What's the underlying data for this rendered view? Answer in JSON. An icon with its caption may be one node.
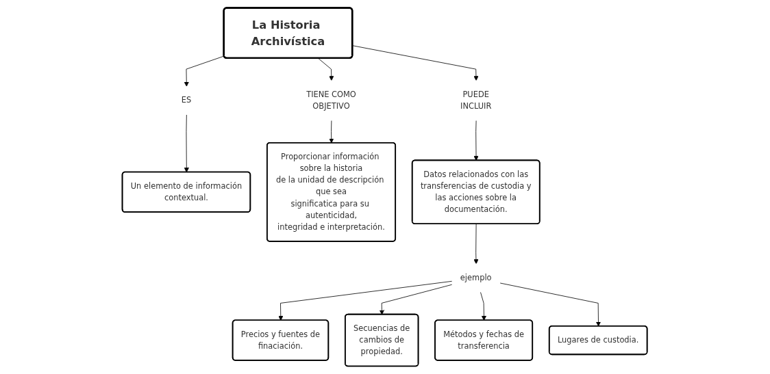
{
  "diagram": {
    "nodes": [
      {
        "text": [
          "La Historia Archivística"
        ]
      },
      {
        "text": [
          "ES"
        ]
      },
      {
        "text": [
          "TIENE COMO OBJETIVO"
        ]
      },
      {
        "text": [
          "PUEDE INCLUIR"
        ]
      },
      {
        "text": [
          "Un elemento de información contextual."
        ]
      },
      {
        "text": [
          "Proporcionar información sobre la historia de la unidad de descripción que sea significatica para su autenticidad, integridad e interpretación."
        ]
      },
      {
        "text": [
          "Datos relacionados con las transferencias de custodia y las acciones sobre la documentación."
        ]
      },
      {
        "text": [
          "ejemplo"
        ]
      },
      {
        "text": [
          "Precios y fuentes de finaciación."
        ]
      },
      {
        "text": [
          "Secuencias de cambios de propiedad."
        ]
      },
      {
        "text": [
          "Métodos y fechas de transferencia"
        ]
      },
      {
        "text": [
          "Lugares de custodia."
        ]
      }
    ],
    "edges": [
      {
        "from": 0,
        "to": 1,
        "arrow": "to"
      },
      {
        "from": 0,
        "to": 2,
        "arrow": "to"
      },
      {
        "from": 0,
        "to": 3,
        "arrow": "to"
      },
      {
        "from": 1,
        "to": 4,
        "arrow": "to"
      },
      {
        "from": 2,
        "to": 5,
        "arrow": "to"
      },
      {
        "from": 3,
        "to": 6,
        "arrow": "to"
      },
      {
        "from": 6,
        "to": 7,
        "arrow": "to"
      },
      {
        "from": 7,
        "to": 8,
        "arrow": "to"
      },
      {
        "from": 7,
        "to": 9,
        "arrow": "to"
      },
      {
        "from": 7,
        "to": 10,
        "arrow": "to"
      },
      {
        "from": 7,
        "to": 11,
        "arrow": "to"
      }
    ]
  }
}
